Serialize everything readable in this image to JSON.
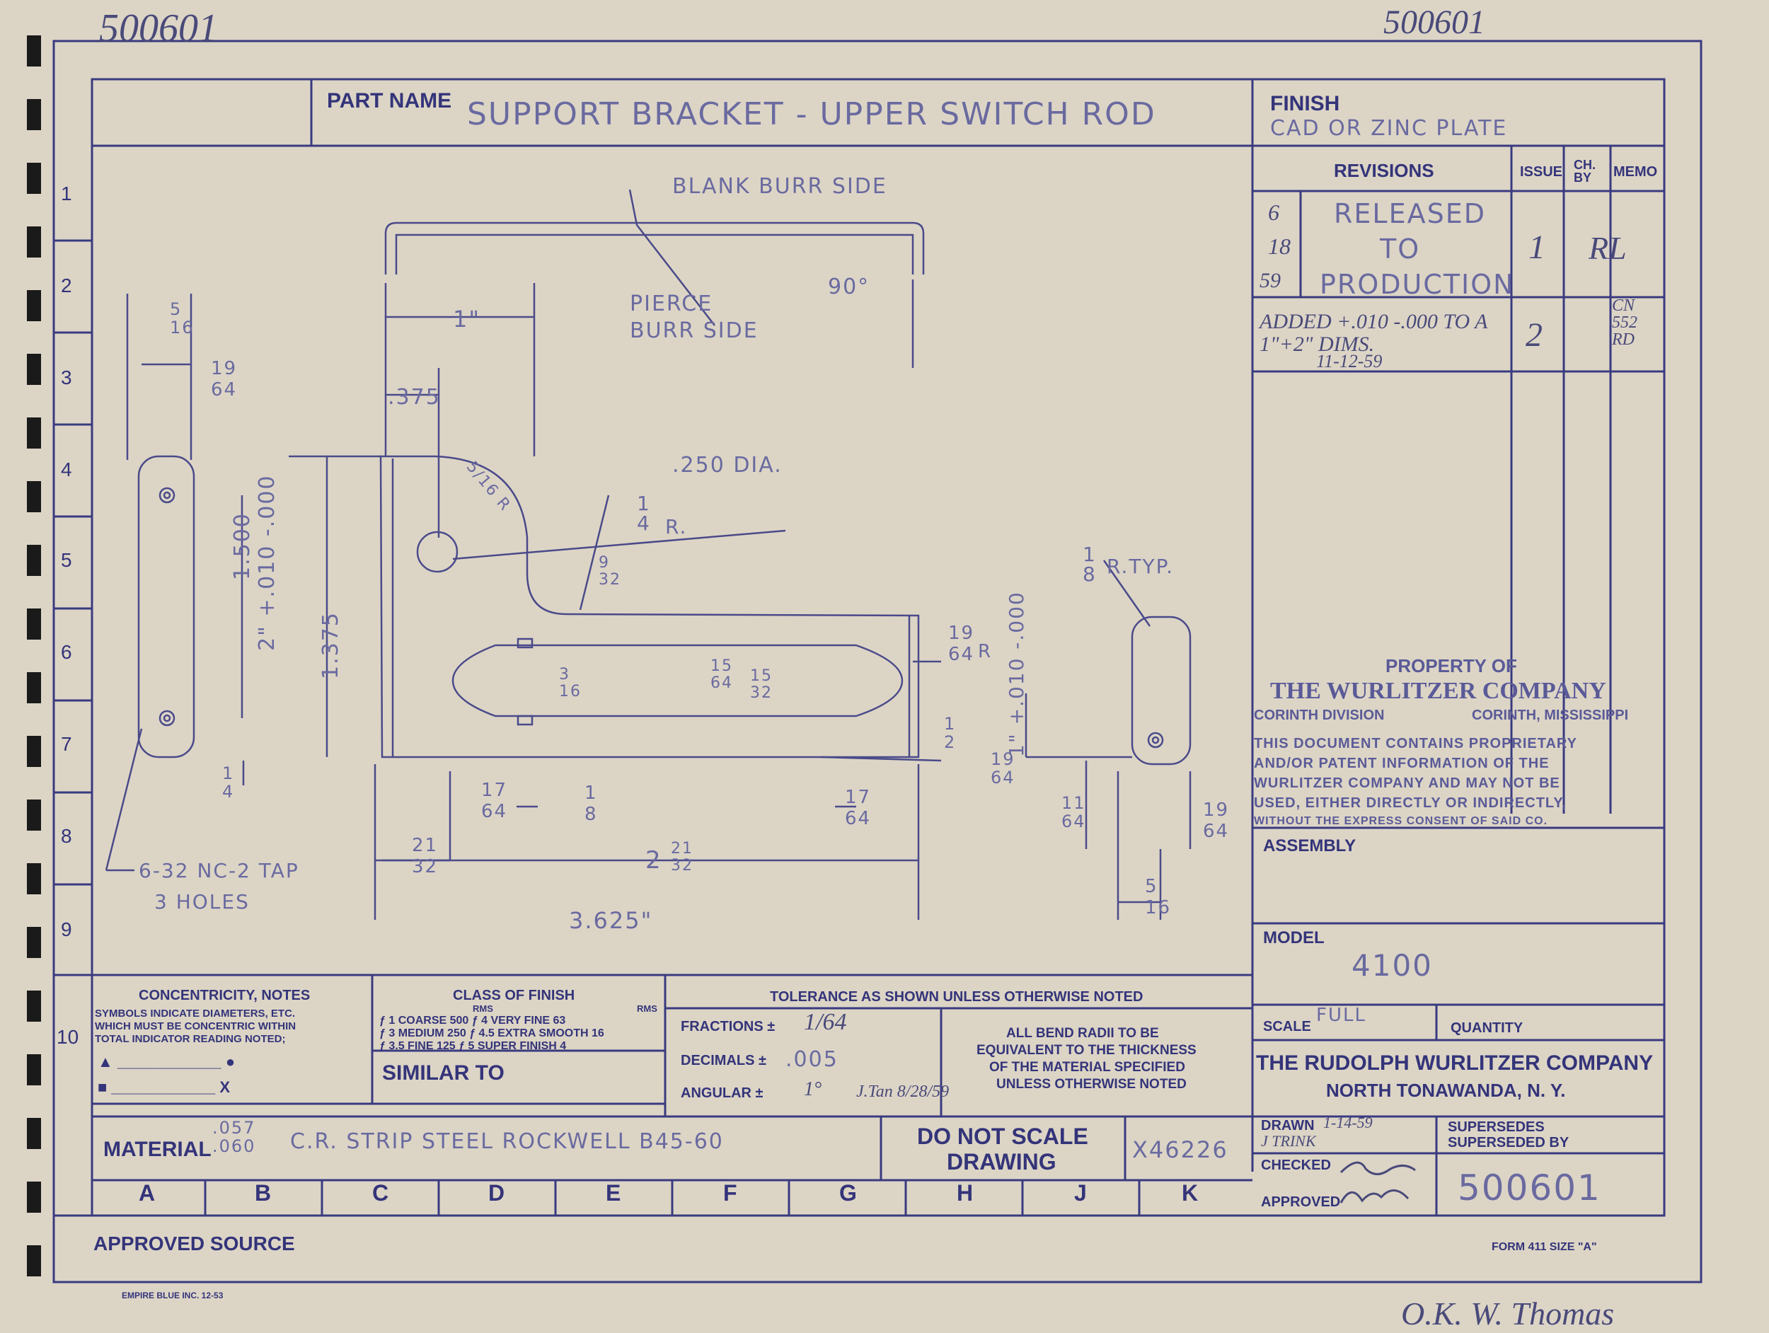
{
  "header": {
    "drawing_number_left": "500601",
    "drawing_number_right": "500601",
    "part_name_label": "PART NAME",
    "part_name": "SUPPORT BRACKET - UPPER SWITCH ROD",
    "finish_label": "FINISH",
    "finish": "CAD OR ZINC PLATE"
  },
  "revisions": {
    "headers": [
      "REVISIONS",
      "ISSUE",
      "CH. BY",
      "MEMO"
    ],
    "rows": [
      {
        "date": [
          "6",
          "18",
          "59"
        ],
        "text": [
          "RELEASED",
          "TO",
          "PRODUCTION"
        ],
        "issue": "1",
        "ch_by": "",
        "memo": "RL"
      },
      {
        "date": [],
        "text": [
          "ADDED +.010 -.000 TO A",
          "1\"+2\" DIMS.",
          "11-12-59"
        ],
        "issue": "2",
        "ch_by": "",
        "memo": "CN 552 RD"
      }
    ]
  },
  "property": {
    "title1": "PROPERTY OF",
    "title2": "THE WURLITZER COMPANY",
    "division": "CORINTH DIVISION",
    "location": "CORINTH, MISSISSIPPI",
    "notice": [
      "THIS DOCUMENT CONTAINS PROPRIETARY",
      "AND/OR PATENT INFORMATION OF THE",
      "WURLITZER COMPANY AND MAY NOT BE",
      "USED, EITHER DIRECTLY OR INDIRECTLY,",
      "WITHOUT THE EXPRESS CONSENT OF SAID CO."
    ]
  },
  "assembly_label": "ASSEMBLY",
  "model_label": "MODEL",
  "model": "4100",
  "scale_label": "SCALE",
  "scale": "FULL",
  "quantity_label": "QUANTITY",
  "company": {
    "name": "THE RUDOLPH WURLITZER COMPANY",
    "city": "NORTH TONAWANDA, N. Y."
  },
  "signoff": {
    "drawn_label": "DRAWN",
    "drawn_date": "1-14-59",
    "drawn_by": "J TRINK",
    "checked_label": "CHECKED",
    "approved_label": "APPROVED",
    "supersedes_label": "SUPERSEDES",
    "superseded_by_label": "SUPERSEDED BY",
    "number": "500601"
  },
  "notes": {
    "concentricity_title": "CONCENTRICITY, NOTES",
    "concentricity_text": [
      "SYMBOLS INDICATE DIAMETERS, ETC.",
      "WHICH MUST BE CONCENTRIC WITHIN",
      "TOTAL INDICATOR READING NOTED;"
    ],
    "class_title": "CLASS OF FINISH",
    "rms": "RMS",
    "finish_rows": [
      [
        "ƒ 1",
        "COARSE",
        "500",
        "ƒ 4",
        "VERY FINE",
        "63"
      ],
      [
        "ƒ 3",
        "MEDIUM",
        "250",
        "ƒ 4.5",
        "EXTRA SMOOTH",
        "16"
      ],
      [
        "ƒ 3.5",
        "FINE",
        "125",
        "ƒ 5",
        "SUPER FINISH",
        "4"
      ]
    ],
    "similar_to": "SIMILAR TO",
    "tolerance_title": "TOLERANCE AS SHOWN UNLESS OTHERWISE NOTED",
    "fractions_label": "FRACTIONS ±",
    "fractions": "1/64",
    "decimals_label": "DECIMALS ±",
    "decimals": ".005",
    "angular_label": "ANGULAR ±",
    "angular": "1°",
    "angular_note": "J.Tan 8/28/59",
    "bend_note": [
      "ALL BEND RADII TO BE",
      "EQUIVALENT TO THE THICKNESS",
      "OF THE MATERIAL SPECIFIED",
      "UNLESS OTHERWISE NOTED"
    ]
  },
  "material": {
    "label": "MATERIAL",
    "thickness": [
      ".057",
      ".060"
    ],
    "value": "C.R. STRIP STEEL ROCKWELL B45-60",
    "do_not_scale": [
      "DO NOT SCALE",
      "DRAWING"
    ],
    "stock": "X46226"
  },
  "grid": {
    "columns": [
      "A",
      "B",
      "C",
      "D",
      "E",
      "F",
      "G",
      "H",
      "J",
      "K"
    ],
    "rows": [
      "1",
      "2",
      "3",
      "4",
      "5",
      "6",
      "7",
      "8",
      "9",
      "10"
    ]
  },
  "approved_source": "APPROVED SOURCE",
  "form_label": "FORM 411 SIZE \"A\"",
  "printer": "EMPIRE BLUE INC. 12-53",
  "ok_signature": "O.K. W. Thomas",
  "dims": {
    "blank_burr": "BLANK BURR SIDE",
    "pierce_burr": [
      "PIERCE",
      "BURR SIDE"
    ],
    "angle90": "90°",
    "one_inch": "1\"",
    "d375": ".375",
    "d250dia": ".250 DIA.",
    "r_quarter": [
      "1",
      "4",
      "R."
    ],
    "r_eighth": [
      "1",
      "8",
      "R.TYP."
    ],
    "r_five_sixteenths": [
      "5",
      "16",
      "R"
    ],
    "d1500": "1.500",
    "d2": "2\" +.010 -.000",
    "d1375": "1.375",
    "d1": "1\" +.010 -.000",
    "tap": [
      "6-32 NC-2 TAP",
      "3 HOLES"
    ],
    "d3625": "3.625\"",
    "d2_21_32": [
      "2",
      "21",
      "32"
    ],
    "d21_32": [
      "21",
      "32"
    ],
    "d17_64a": [
      "17",
      "64"
    ],
    "d17_64b": [
      "17",
      "64"
    ],
    "d1_8": [
      "1",
      "8"
    ],
    "d5_16a": [
      "5",
      "16"
    ],
    "d5_16b": [
      "5",
      "16"
    ],
    "d19_64a": [
      "19",
      "64"
    ],
    "d19_64b": [
      "19",
      "64"
    ],
    "d19_64c": [
      "19",
      "64"
    ],
    "d19_64r": [
      "19",
      "64",
      "R"
    ],
    "d9_32": [
      "9",
      "32"
    ],
    "d3_16": [
      "3",
      "16"
    ],
    "d15_64": [
      "15",
      "64"
    ],
    "d15_32": [
      "15",
      "32"
    ],
    "d1_4": [
      "1",
      "4"
    ],
    "d1_2": [
      "1",
      "2"
    ],
    "d11_64": [
      "11",
      "64"
    ]
  }
}
